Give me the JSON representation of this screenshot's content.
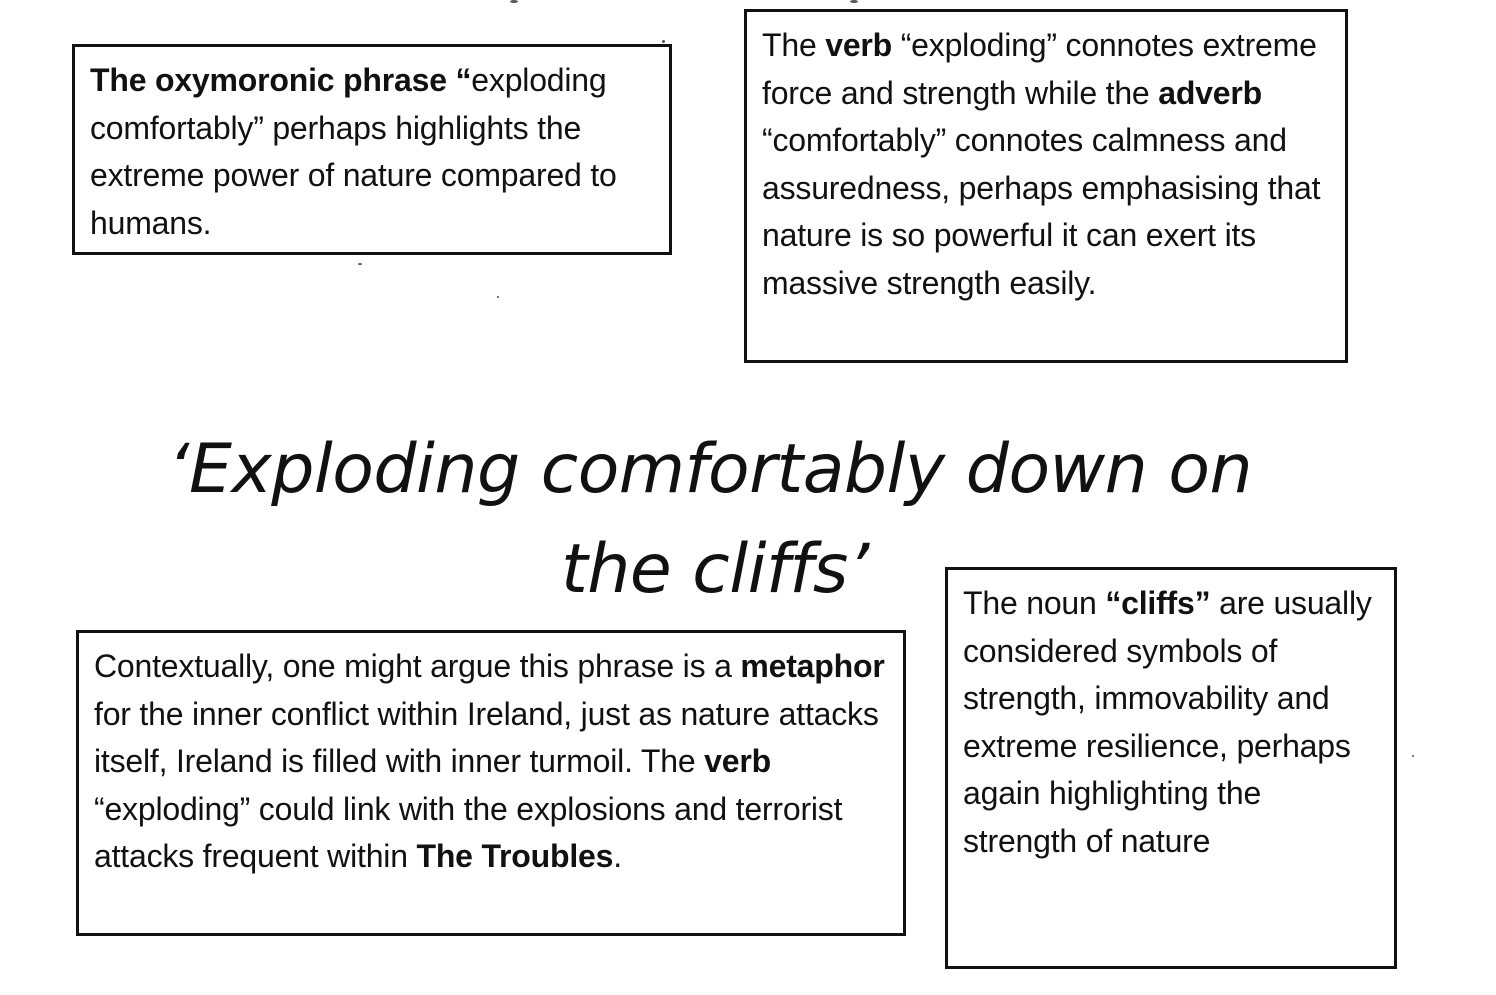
{
  "box_oxymoron": {
    "bold_lead": "The oxymoronic phrase",
    "bold_quote": " “",
    "text": "exploding comfortably” perhaps highlights the extreme power of nature compared to humans."
  },
  "box_verb_adverb": {
    "t1": "The ",
    "b1": "verb",
    "t2": " “exploding” connotes extreme force and strength while the ",
    "b2": "adverb",
    "t3": " “comfortably” connotes calmness and assuredness, perhaps emphasising that nature is so powerful it can exert its massive strength easily."
  },
  "quote": {
    "line1": "‘Exploding comfortably down on",
    "line2": "the cliffs’"
  },
  "box_context": {
    "t1": "Contextually, one might argue this phrase is a ",
    "b1": "metaphor",
    "t2": " for the inner conflict within Ireland, just as nature attacks itself, Ireland is filled with inner turmoil. The ",
    "b2": "verb",
    "t3": " “exploding” could link with the explosions and terrorist attacks frequent within ",
    "b3": "The Troubles",
    "t4": "."
  },
  "box_cliffs": {
    "t1": "The noun ",
    "b1": "“cliffs”",
    "t2": " are usually considered symbols of strength, immovability and extreme resilience, perhaps again highlighting the strength of nature"
  }
}
